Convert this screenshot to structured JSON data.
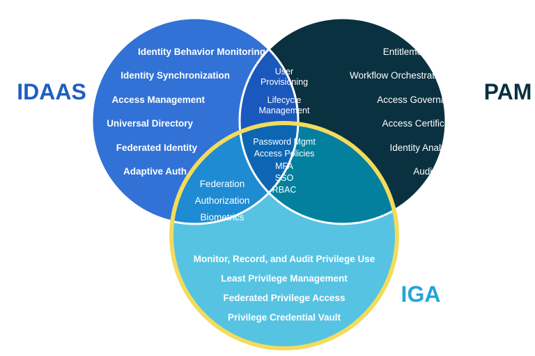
{
  "colors": {
    "idaas": "#3272d6",
    "pam": "#0a3140",
    "iga": "#56c3e3",
    "idaas_pam": "#1b58bd",
    "idaas_iga": "#1f8bd2",
    "pam_iga": "#04809f",
    "center": "#0c66b3",
    "iga_border": "#f3dc5c",
    "circle_outline": "#ffffff",
    "heading_blue": "#1f5ec2",
    "heading_dark": "#0a3140",
    "heading_cyan": "#24a5d8"
  },
  "sets": {
    "idaas": {
      "title": "IDAAS",
      "items": [
        "Identity Behavior Monitoring",
        "Identity Synchronization",
        "Access Management",
        "Universal Directory",
        "Federated Identity",
        "Adaptive Auth"
      ]
    },
    "pam": {
      "title": "PAM",
      "items": [
        "Entitlements",
        "Workflow Orchestration",
        "Access Governance",
        "Access Certification",
        "Identity Analytics",
        "Auditing"
      ]
    },
    "iga": {
      "title": "IGA",
      "items": [
        "Monitor, Record, and Audit Privilege Use",
        "Least Privilege Management",
        "Federated Privilege Access",
        "Privilege Credential Vault"
      ]
    }
  },
  "overlaps": {
    "idaas_pam": [
      "User",
      "Provisioning",
      "Lifecycle",
      "Management"
    ],
    "idaas_iga": [
      "Federation",
      "Authorization",
      "Biometrics"
    ],
    "all_three": [
      "Password Mgmt",
      "Access Policies",
      "MFA",
      "SSO",
      "RBAC"
    ]
  }
}
